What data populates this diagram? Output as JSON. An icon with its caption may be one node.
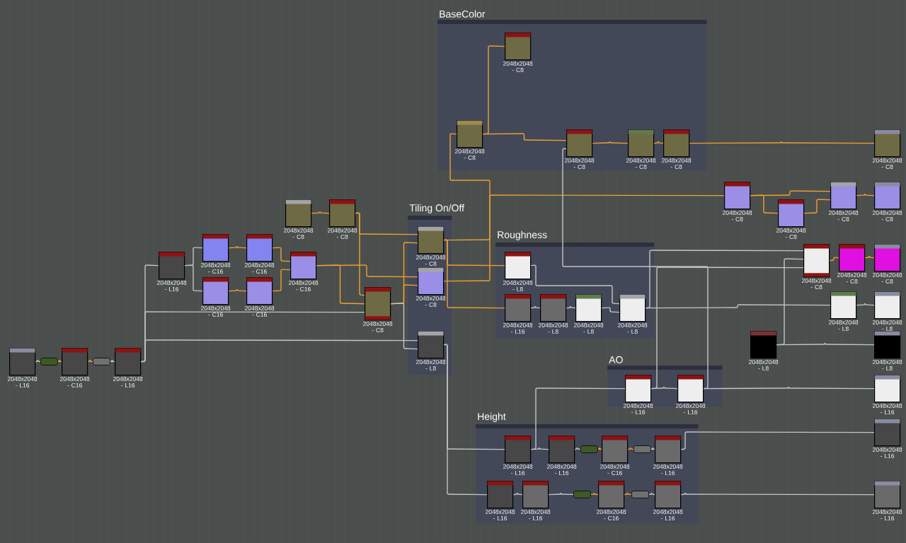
{
  "diagram": {
    "nodes": [
      {
        "text": [
          "BaseColor"
        ]
      },
      {
        "text": [],
        "shape": "picture",
        "beside": [
          "2048x2048 - C8"
        ],
        "in": 0
      },
      {
        "text": [],
        "shape": "picture",
        "beside": [
          "2048x2048 - C8"
        ],
        "in": 0
      },
      {
        "text": [],
        "shape": "picture",
        "beside": [
          "2048x2048 - C8"
        ],
        "in": 0
      },
      {
        "text": [],
        "shape": "picture",
        "beside": [
          "2048x2048 - C8"
        ],
        "in": 0
      },
      {
        "text": [],
        "shape": "picture",
        "beside": [
          "2048x2048 - C8"
        ],
        "in": 0
      },
      {
        "text": [],
        "shape": "picture",
        "beside": [
          "2048x2048 - C8"
        ]
      },
      {
        "text": [],
        "shape": "picture",
        "beside": [
          "2048x2048 - C8"
        ]
      },
      {
        "text": [],
        "shape": "picture",
        "beside": [
          "2048x2048 - C8"
        ]
      },
      {
        "text": [],
        "shape": "picture",
        "beside": [
          "2048x2048 - C8"
        ]
      },
      {
        "text": [],
        "shape": "picture",
        "beside": [
          "2048x2048 - C8"
        ]
      },
      {
        "text": [],
        "shape": "picture",
        "beside": [
          "2048x2048 - C8"
        ]
      },
      {
        "text": [],
        "shape": "picture",
        "beside": [
          "2048x2048 - C8"
        ]
      },
      {
        "text": [
          "Tiling On/Off"
        ]
      },
      {
        "text": [],
        "shape": "picture",
        "beside": [
          "2048x2048 - C8"
        ],
        "in": 13
      },
      {
        "text": [],
        "shape": "picture",
        "beside": [
          "2048x2048 - C8"
        ],
        "in": 13
      },
      {
        "text": [],
        "shape": "picture",
        "beside": [
          "2048x2048 - L8"
        ],
        "in": 13
      },
      {
        "text": [],
        "shape": "picture",
        "beside": [
          "2048x2048 - C16"
        ]
      },
      {
        "text": [],
        "shape": "picture",
        "beside": [
          "2048x2048 - C16"
        ]
      },
      {
        "text": [
          "Roughness"
        ]
      },
      {
        "text": [],
        "shape": "picture",
        "beside": [
          "2048x2048 - L8"
        ],
        "in": 19
      },
      {
        "text": [],
        "shape": "picture",
        "beside": [
          "2048x2048 - L16"
        ],
        "in": 19
      },
      {
        "text": [],
        "shape": "picture",
        "beside": [
          "2048x2048 - L8"
        ],
        "in": 19
      },
      {
        "text": [],
        "shape": "picture",
        "beside": [
          "2048x2048 - L8"
        ],
        "in": 19
      },
      {
        "text": [],
        "shape": "picture",
        "beside": [
          "2048x2048 - L8"
        ],
        "in": 19
      },
      {
        "text": [],
        "shape": "picture",
        "beside": [
          "2048x2048 - C8"
        ]
      },
      {
        "text": [],
        "shape": "picture",
        "beside": [
          "2048x2048 - C8"
        ]
      },
      {
        "text": [],
        "shape": "picture",
        "beside": [
          "2048x2048 - C8"
        ]
      },
      {
        "text": [],
        "shape": "picture",
        "beside": [
          "2048x2048 - L16"
        ]
      },
      {
        "text": [],
        "shape": "picture",
        "beside": [
          "2048x2048 - C16"
        ]
      },
      {
        "text": [],
        "shape": "picture",
        "beside": [
          "2048x2048 - C16"
        ]
      },
      {
        "text": [],
        "shape": "picture",
        "beside": [
          "2048x2048 - C16"
        ]
      },
      {
        "text": [],
        "shape": "picture",
        "beside": [
          "2048x2048 - C8"
        ]
      },
      {
        "text": [],
        "shape": "picture",
        "beside": [
          "2048x2048 - L8"
        ]
      },
      {
        "text": [],
        "shape": "picture",
        "beside": [
          "2048x2048 - L8"
        ]
      },
      {
        "text": [],
        "shape": "picture",
        "beside": [
          "2048x2048 - L8"
        ]
      },
      {
        "text": [],
        "shape": "picture",
        "beside": [
          "2048x2048 - L8"
        ]
      },
      {
        "text": [],
        "shape": "picture",
        "beside": [
          "2048x2048 - L16"
        ]
      },
      {
        "text": [],
        "shape": "bar"
      },
      {
        "text": [],
        "shape": "picture",
        "beside": [
          "2048x2048 - C16"
        ]
      },
      {
        "text": [],
        "shape": "bar"
      },
      {
        "text": [],
        "shape": "picture",
        "beside": [
          "2048x2048 - L16"
        ]
      },
      {
        "text": [
          "AO"
        ]
      },
      {
        "text": [],
        "shape": "picture",
        "beside": [
          "2048x2048 - L16"
        ],
        "in": 42
      },
      {
        "text": [],
        "shape": "picture",
        "beside": [
          "2048x2048 - L16"
        ],
        "in": 42
      },
      {
        "text": [],
        "shape": "picture",
        "beside": [
          "2048x2048 - L16"
        ]
      },
      {
        "text": [],
        "shape": "picture",
        "beside": [
          "2048x2048 - L16"
        ]
      },
      {
        "text": [
          "Height"
        ]
      },
      {
        "text": [],
        "shape": "picture",
        "beside": [
          "2048x2048 - L16"
        ],
        "in": 47
      },
      {
        "text": [],
        "shape": "picture",
        "beside": [
          "2048x2048 - L16"
        ],
        "in": 47
      },
      {
        "text": [],
        "shape": "bar",
        "in": 47
      },
      {
        "text": [],
        "shape": "picture",
        "beside": [
          "2048x2048 - C16"
        ],
        "in": 47
      },
      {
        "text": [],
        "shape": "bar",
        "in": 47
      },
      {
        "text": [],
        "shape": "picture",
        "beside": [
          "2048x2048 - L16"
        ],
        "in": 47
      },
      {
        "text": [],
        "shape": "picture",
        "beside": [
          "2048x2048 - L16"
        ]
      },
      {
        "text": [],
        "shape": "picture",
        "beside": [
          "2048x2048 - L16"
        ],
        "in": 47
      },
      {
        "text": [],
        "shape": "picture",
        "beside": [
          "2048x2048 - L16"
        ],
        "in": 47
      },
      {
        "text": [],
        "shape": "bar",
        "in": 47
      },
      {
        "text": [],
        "shape": "picture",
        "beside": [
          "2048x2048 - C16"
        ],
        "in": 47
      },
      {
        "text": [],
        "shape": "bar",
        "in": 47
      },
      {
        "text": [],
        "shape": "picture",
        "beside": [
          "2048x2048 - L16"
        ],
        "in": 47
      }
    ],
    "edges": [
      {
        "from": 37,
        "to": 38,
        "arrow": "none"
      },
      {
        "from": 38,
        "to": 39,
        "arrow": "none",
        "color": "#f0a030"
      },
      {
        "from": 39,
        "to": 40,
        "arrow": "none",
        "color": "#f0a030"
      },
      {
        "from": 40,
        "to": 41,
        "arrow": "none"
      },
      {
        "from": 41,
        "to": 28,
        "arrow": "none"
      },
      {
        "from": 41,
        "to": 32,
        "arrow": "none"
      },
      {
        "from": 41,
        "to": 16,
        "arrow": "none"
      },
      {
        "from": 28,
        "to": 17,
        "arrow": "none"
      },
      {
        "from": 28,
        "to": 30,
        "arrow": "none"
      },
      {
        "from": 17,
        "to": 18,
        "arrow": "none",
        "color": "#f0a030"
      },
      {
        "from": 30,
        "to": 31,
        "arrow": "none",
        "color": "#f0a030"
      },
      {
        "from": 18,
        "to": 29,
        "arrow": "none",
        "color": "#f0a030"
      },
      {
        "from": 31,
        "to": 29,
        "arrow": "none",
        "color": "#f0a030"
      },
      {
        "from": 29,
        "to": 15,
        "arrow": "none",
        "color": "#f0a030"
      },
      {
        "from": 29,
        "to": 32,
        "arrow": "none",
        "color": "#f0a030"
      },
      {
        "from": 11,
        "to": 12,
        "arrow": "none",
        "color": "#f0a030"
      },
      {
        "from": 12,
        "to": 14,
        "arrow": "none",
        "color": "#f0a030"
      },
      {
        "from": 12,
        "to": 32,
        "arrow": "none",
        "color": "#f0a030"
      },
      {
        "from": 32,
        "to": 14,
        "arrow": "none",
        "color": "#f0a030"
      },
      {
        "from": 32,
        "to": 15,
        "arrow": "none",
        "color": "#f0a030"
      },
      {
        "from": 32,
        "to": 16,
        "arrow": "none"
      },
      {
        "from": 14,
        "to": 2,
        "arrow": "none",
        "color": "#f0a030"
      },
      {
        "from": 15,
        "to": 7,
        "arrow": "none",
        "color": "#f0a030"
      },
      {
        "from": 14,
        "to": 20,
        "arrow": "none",
        "color": "#f0a030"
      },
      {
        "from": 14,
        "to": 21,
        "arrow": "none",
        "color": "#f0a030"
      },
      {
        "from": 2,
        "to": 1,
        "arrow": "none",
        "color": "#f0a030"
      },
      {
        "from": 2,
        "to": 3,
        "arrow": "none",
        "color": "#f0a030"
      },
      {
        "from": 3,
        "to": 4,
        "arrow": "none",
        "color": "#f0a030"
      },
      {
        "from": 4,
        "to": 5,
        "arrow": "none",
        "color": "#f0a030"
      },
      {
        "from": 5,
        "to": 6,
        "arrow": "none",
        "color": "#f0a030"
      },
      {
        "from": 7,
        "to": 10,
        "arrow": "none",
        "color": "#f0a030"
      },
      {
        "from": 7,
        "to": 8,
        "arrow": "none",
        "color": "#f0a030"
      },
      {
        "from": 10,
        "to": 8,
        "arrow": "none",
        "color": "#f0a030"
      },
      {
        "from": 8,
        "to": 9,
        "arrow": "none",
        "color": "#f0a030"
      },
      {
        "from": 20,
        "to": 24,
        "arrow": "none"
      },
      {
        "from": 21,
        "to": 22,
        "arrow": "none"
      },
      {
        "from": 22,
        "to": 23,
        "arrow": "none"
      },
      {
        "from": 23,
        "to": 24,
        "arrow": "none"
      },
      {
        "from": 24,
        "to": 25,
        "arrow": "none"
      },
      {
        "from": 24,
        "to": 33,
        "arrow": "none"
      },
      {
        "from": 33,
        "to": 34,
        "arrow": "none"
      },
      {
        "from": 35,
        "to": 25,
        "arrow": "none"
      },
      {
        "from": 35,
        "to": 36,
        "arrow": "none"
      },
      {
        "from": 25,
        "to": 26,
        "arrow": "none",
        "color": "#f0a030"
      },
      {
        "from": 26,
        "to": 27,
        "arrow": "none",
        "color": "#f0a030"
      },
      {
        "from": 44,
        "to": 3,
        "arrow": "none"
      },
      {
        "from": 43,
        "to": 25,
        "arrow": "none"
      },
      {
        "from": 48,
        "to": 43,
        "arrow": "none"
      },
      {
        "from": 43,
        "to": 44,
        "arrow": "none"
      },
      {
        "from": 44,
        "to": 45,
        "arrow": "none"
      },
      {
        "from": 16,
        "to": 48,
        "arrow": "none"
      },
      {
        "from": 16,
        "to": 55,
        "arrow": "none"
      },
      {
        "from": 48,
        "to": 49,
        "arrow": "none"
      },
      {
        "from": 49,
        "to": 50,
        "arrow": "none"
      },
      {
        "from": 50,
        "to": 51,
        "arrow": "none",
        "color": "#f0a030"
      },
      {
        "from": 51,
        "to": 52,
        "arrow": "none",
        "color": "#f0a030"
      },
      {
        "from": 52,
        "to": 53,
        "arrow": "none"
      },
      {
        "from": 53,
        "to": 46,
        "arrow": "none"
      },
      {
        "from": 55,
        "to": 56,
        "arrow": "none"
      },
      {
        "from": 56,
        "to": 57,
        "arrow": "none"
      },
      {
        "from": 57,
        "to": 58,
        "arrow": "none",
        "color": "#f0a030"
      },
      {
        "from": 58,
        "to": 59,
        "arrow": "none",
        "color": "#f0a030"
      },
      {
        "from": 59,
        "to": 60,
        "arrow": "none"
      },
      {
        "from": 60,
        "to": 54,
        "arrow": "none"
      }
    ]
  }
}
